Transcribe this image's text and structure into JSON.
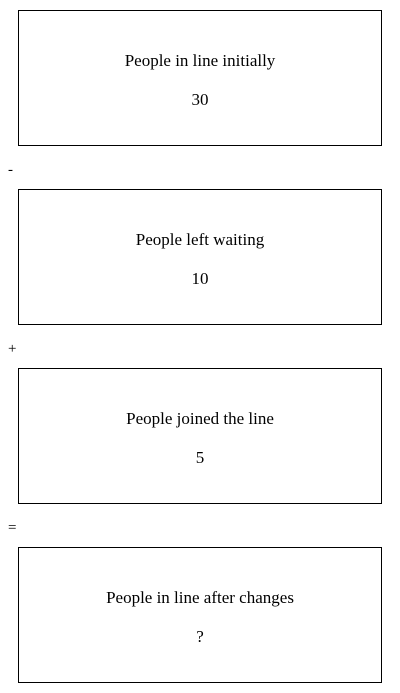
{
  "steps": [
    {
      "label": "People in line initially",
      "value": "30"
    },
    {
      "label": "People left waiting",
      "value": "10"
    },
    {
      "label": "People joined the line",
      "value": "5"
    },
    {
      "label": "People in line after changes",
      "value": "?"
    }
  ],
  "operators": [
    "-",
    "+",
    "="
  ]
}
